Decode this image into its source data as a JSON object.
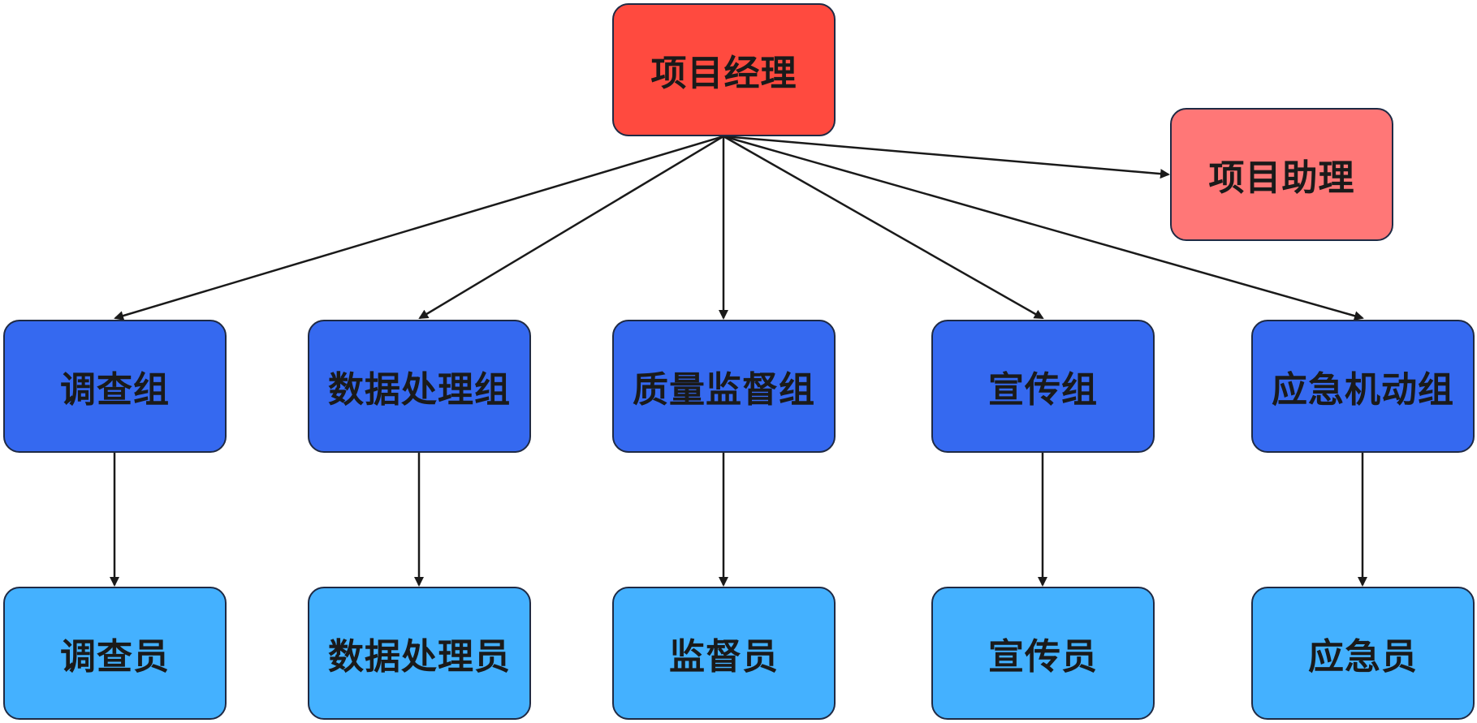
{
  "diagram": {
    "root": {
      "label": "项目经理"
    },
    "assistant": {
      "label": "项目助理"
    },
    "groups": [
      {
        "label": "调查组"
      },
      {
        "label": "数据处理组"
      },
      {
        "label": "质量监督组"
      },
      {
        "label": "宣传组"
      },
      {
        "label": "应急机动组"
      }
    ],
    "staff": [
      {
        "label": "调查员"
      },
      {
        "label": "数据处理员"
      },
      {
        "label": "监督员"
      },
      {
        "label": "宣传员"
      },
      {
        "label": "应急员"
      }
    ],
    "colors": {
      "root": "#ff4a3f",
      "assistant": "#ff7777",
      "group": "#3569f0",
      "staff": "#44b1ff",
      "edge": "#1a1a1a",
      "border": "#1f2a44"
    }
  }
}
